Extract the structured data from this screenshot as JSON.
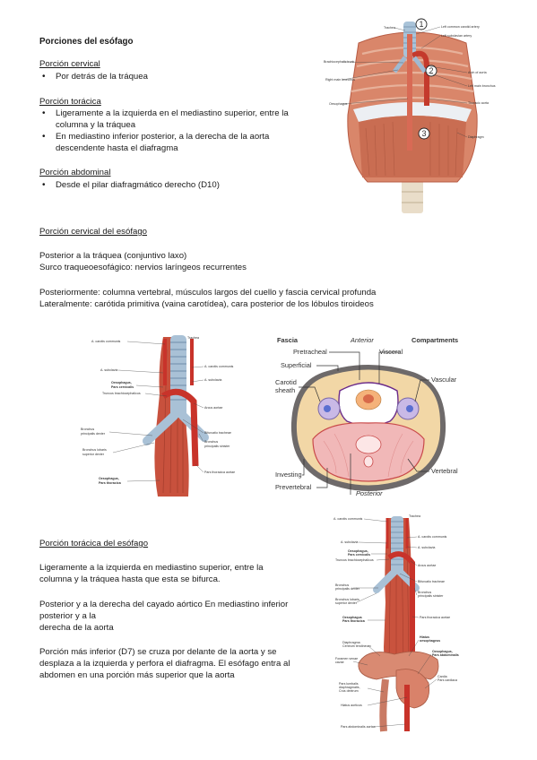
{
  "heading": "Porciones del esófago",
  "cervical": {
    "title": "Porción cervical",
    "items": [
      "Por detrás de la tráquea"
    ]
  },
  "toracica": {
    "title": "Porción torácica",
    "items": [
      "Ligeramente a la izquierda en el mediastino superior, entre la columna y la tráquea",
      "En mediastino inferior posterior, a la derecha de la aorta descendente hasta el diafragma"
    ]
  },
  "abdominal": {
    "title": "Porción abdominal",
    "items": [
      "Desde el pilar diafragmático derecho (D10)"
    ]
  },
  "cervical_section": {
    "title": "Porción cervical del esófago",
    "p1_line1": "Posterior a la tráquea (conjuntivo laxo)",
    "p1_line2": "Surco traqueoesofágico: nervios laríngeos recurrentes",
    "p2_line1": "Posteriormente: columna vertebral, músculos largos del cuello y fascia cervical profunda",
    "p2_line2": "Lateralmente: carótida primitiva (vaina carotídea), cara posterior de los lóbulos tiroideos"
  },
  "toracica_section": {
    "title": "Porción torácica del esófago",
    "p1": "Ligeramente a la izquierda en mediastino superior, entre la columna y la tráquea hasta que esta se bifurca.",
    "p2_line1": "Posterior y a la derecha del cayado aórtico En mediastino inferior posterior y a la",
    "p2_line2": "derecha de la aorta",
    "p3": "Porción más inferior (D7) se cruza por delante de la aorta y se desplaza a la izquierda y perfora el diafragma. El esófago entra al abdomen en una porción más superior que la aorta"
  },
  "fig_thorax": {
    "labels_left": [
      "Trachea",
      "Brachiocephalic trunk",
      "Right main bronchus",
      "Oesophagus"
    ],
    "labels_right": [
      "Left common carotid artery",
      "Left subclavian artery",
      "Arch of aorta",
      "Left main bronchus",
      "Thoracic aorta",
      "Diaphragm"
    ],
    "numbers": [
      "1",
      "2",
      "3"
    ]
  },
  "fig_neck": {
    "labels": [
      "A. carotis communis",
      "Trachea",
      "A. carotis communis",
      "A. subclavia",
      "A. subclavia",
      "Oesophagus,",
      "Pars cervicalis",
      "Truncus brachiocephalicus",
      "Arcus aortae",
      "Bifurcatio tracheae",
      "Bronchus",
      "principalis dexter",
      "Bronchus",
      "principalis sinister",
      "Bronchus lobaris",
      "superior dexter",
      "Pars thoracica aortae",
      "Oesophagus,",
      "Pars thoracica"
    ]
  },
  "fig_fascia": {
    "header_left": "Fascia",
    "header_mid": "Anterior",
    "header_right": "Compartments",
    "labels_left": [
      "Pretracheal",
      "Superficial",
      "Carotid",
      "sheath",
      "Investing",
      "Prevertebral"
    ],
    "labels_right": [
      "Visceral",
      "Vascular",
      "Vertebral"
    ],
    "footer": "Posterior"
  },
  "fig_full": {
    "labels": [
      "A. carotis communis",
      "Trachea",
      "A. carotis communis",
      "A. subclavia",
      "A. subclavia",
      "Oesophagus,",
      "Pars cervicalis",
      "Truncus brachiocephalicus",
      "Arcus aortae",
      "Bifurcatio tracheae",
      "Bronchus",
      "principalis dexter",
      "Bronchus",
      "principalis sinister",
      "Bronchus lobaris",
      "superior dexter",
      "Oesophagus",
      "Pars thoracica",
      "Pars thoracica aortae",
      "Diaphragma",
      "Centrum tendineum",
      "Hiatus",
      "oesophageus",
      "Foramen venae",
      "cavae",
      "Oesophagus,",
      "Pars abdominalis",
      "Pars lumbalis",
      "diaphragmatis,",
      "Crus dextrum",
      "Cardia",
      "Pars cardiaca",
      "Hiatus aorticus",
      "Pars abdominalis aortae"
    ]
  }
}
